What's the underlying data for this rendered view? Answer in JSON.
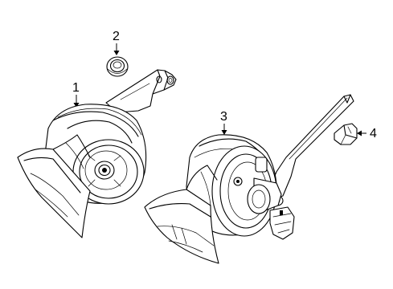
{
  "callouts": [
    {
      "id": "1",
      "label": "1"
    },
    {
      "id": "2",
      "label": "2"
    },
    {
      "id": "3",
      "label": "3"
    },
    {
      "id": "4",
      "label": "4"
    }
  ],
  "parts": [
    {
      "callout": "1",
      "icon": "horn-icon"
    },
    {
      "callout": "2",
      "icon": "washer-nut-icon"
    },
    {
      "callout": "3",
      "icon": "horn-icon"
    },
    {
      "callout": "4",
      "icon": "nut-icon"
    }
  ],
  "colors": {
    "line": "#000000",
    "background": "#ffffff"
  }
}
